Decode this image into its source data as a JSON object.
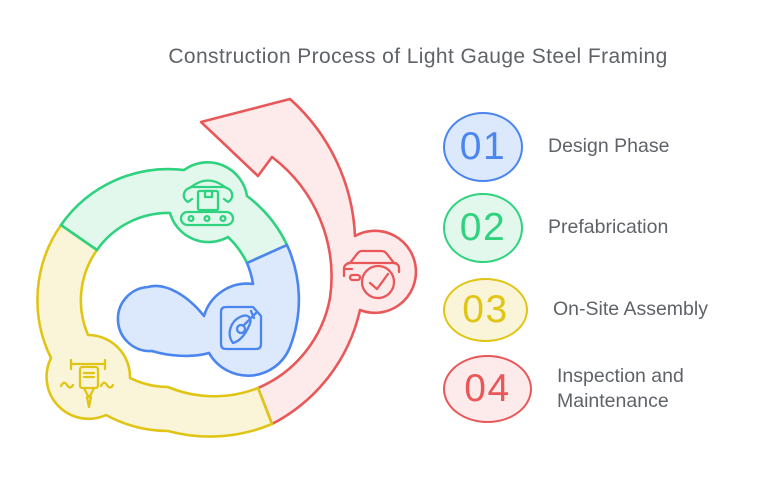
{
  "title": "Construction Process of Light Gauge Steel Framing",
  "text_color": "#5f6368",
  "steps": [
    {
      "number": "01",
      "label": "Design Phase",
      "stroke": "#4a85f0",
      "fill": "#dce8fb"
    },
    {
      "number": "02",
      "label": "Prefabrication",
      "stroke": "#2fd27f",
      "fill": "#e3f8ec"
    },
    {
      "number": "03",
      "label": "On-Site Assembly",
      "stroke": "#e0c517",
      "fill": "#faf5d8"
    },
    {
      "number": "04",
      "label": "Inspection and Maintenance",
      "stroke": "#e95759",
      "fill": "#fcebea"
    }
  ],
  "diagram": {
    "type": "circular-process-spiral-arrow",
    "direction": "counterclockwise",
    "arrowhead": "points-upper-left-on-red-segment",
    "segments": [
      {
        "step": "01",
        "name": "design-phase",
        "icon": "pen-nib-icon",
        "stroke": "#4a85f0",
        "fill": "#dce8fb"
      },
      {
        "step": "02",
        "name": "prefabrication",
        "icon": "robot-arm-conveyor-icon",
        "stroke": "#2fd27f",
        "fill": "#e3f8ec"
      },
      {
        "step": "03",
        "name": "on-site-assembly",
        "icon": "jackhammer-icon",
        "stroke": "#e0c517",
        "fill": "#faf5d8"
      },
      {
        "step": "04",
        "name": "inspection-maintenance",
        "icon": "car-check-icon",
        "stroke": "#e95759",
        "fill": "#fcebea"
      }
    ]
  }
}
